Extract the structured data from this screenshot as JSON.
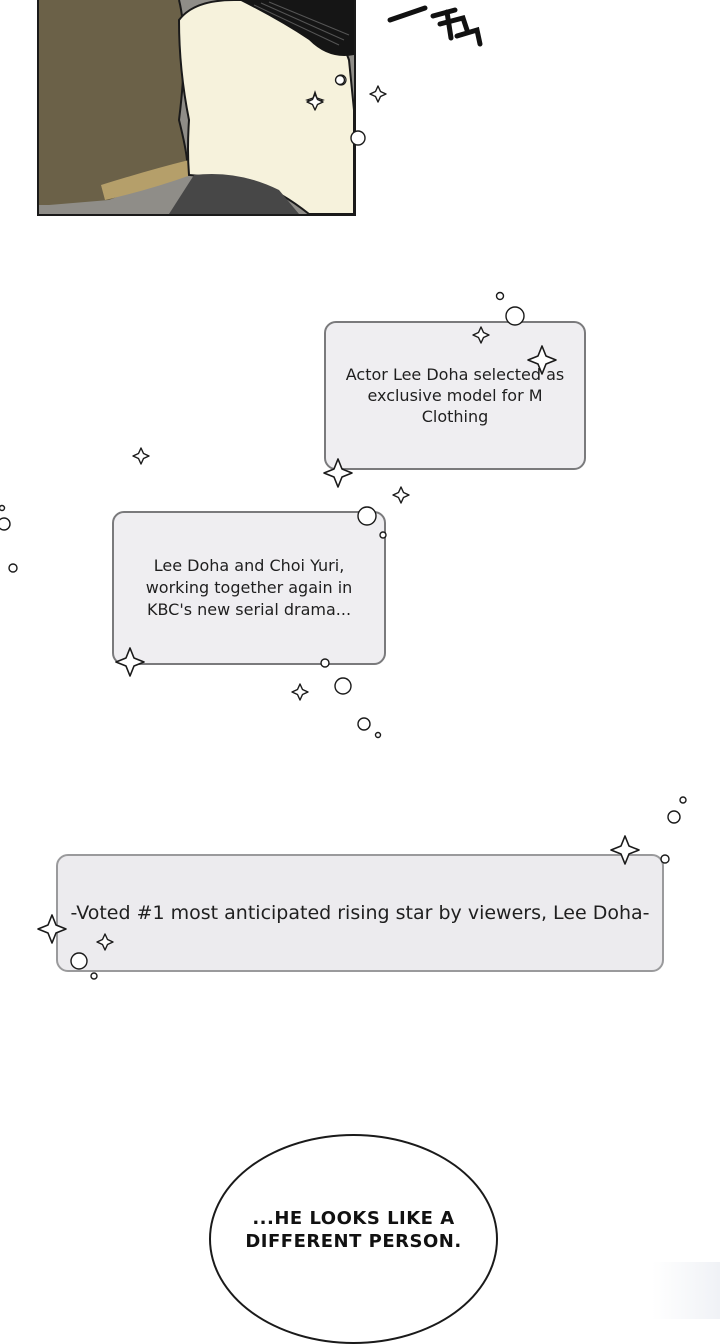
{
  "notice_1": {
    "text": "Actor Lee Doha selected as exclusive model for M Clothing"
  },
  "notice_2": {
    "text": "Lee Doha and Choi Yuri, working together again in KBC's new serial drama..."
  },
  "notice_3": {
    "text": "-Voted #1 most anticipated rising star by viewers, Lee Doha-"
  },
  "speech": {
    "text": "...HE LOOKS LIKE A DIFFERENT PERSON."
  },
  "colors": {
    "box_fill": "#efeef1",
    "box_border": "#7a7a7c",
    "sleeve": "#6b6148",
    "shirt": "#f6f2dc",
    "background": "#ffffff"
  },
  "icons": [
    "sparkle-icon",
    "bubble-dot-icon"
  ]
}
